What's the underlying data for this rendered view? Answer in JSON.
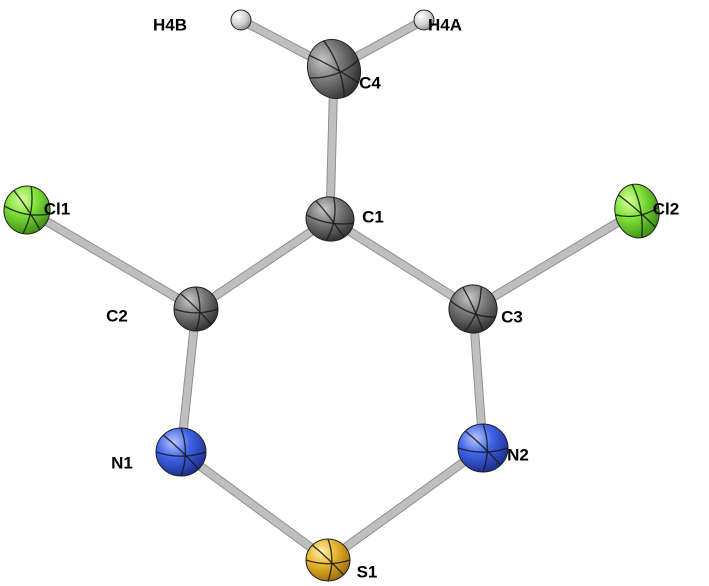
{
  "atoms": [
    {
      "id": "H4B",
      "label": "H4B",
      "element": "H",
      "color": "#d9d9d9"
    },
    {
      "id": "H4A",
      "label": "H4A",
      "element": "H",
      "color": "#d9d9d9"
    },
    {
      "id": "C4",
      "label": "C4",
      "element": "C",
      "color": "#6f6f6f"
    },
    {
      "id": "C1",
      "label": "C1",
      "element": "C",
      "color": "#6f6f6f"
    },
    {
      "id": "Cl1",
      "label": "Cl1",
      "element": "Cl",
      "color": "#7ee03a"
    },
    {
      "id": "Cl2",
      "label": "Cl2",
      "element": "Cl",
      "color": "#7ee03a"
    },
    {
      "id": "C2",
      "label": "C2",
      "element": "C",
      "color": "#6f6f6f"
    },
    {
      "id": "C3",
      "label": "C3",
      "element": "C",
      "color": "#6f6f6f"
    },
    {
      "id": "N1",
      "label": "N1",
      "element": "N",
      "color": "#3f63e6"
    },
    {
      "id": "N2",
      "label": "N2",
      "element": "N",
      "color": "#3f63e6"
    },
    {
      "id": "S1",
      "label": "S1",
      "element": "S",
      "color": "#e8b52d"
    }
  ],
  "bonds": [
    [
      "H4B",
      "C4"
    ],
    [
      "H4A",
      "C4"
    ],
    [
      "C4",
      "C1"
    ],
    [
      "C1",
      "C2"
    ],
    [
      "C1",
      "C3"
    ],
    [
      "C2",
      "Cl1"
    ],
    [
      "C3",
      "Cl2"
    ],
    [
      "C2",
      "N1"
    ],
    [
      "C3",
      "N2"
    ],
    [
      "N1",
      "S1"
    ],
    [
      "N2",
      "S1"
    ]
  ]
}
